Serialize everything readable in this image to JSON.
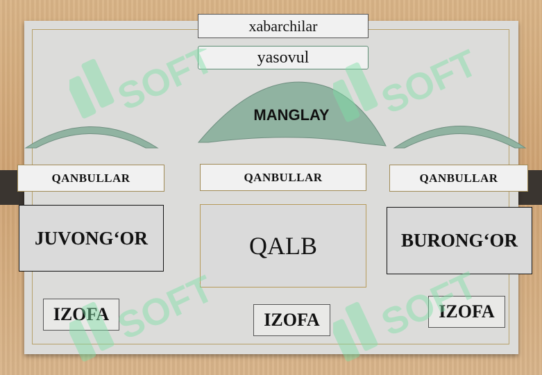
{
  "diagram": {
    "top_label": "xabarchilar",
    "second_label": "yasovul",
    "center_arch_label": "MANGLAY",
    "qanbullar_left": "QANBULLAR",
    "qanbullar_center": "QANBULLAR",
    "qanbullar_right": "QANBULLAR",
    "left_wing": "JUVONG‘OR",
    "center": "QALB",
    "right_wing": "BURONG‘OR",
    "izofa_left": "IZOFA",
    "izofa_center": "IZOFA",
    "izofa_right": "IZOFA"
  },
  "watermark": {
    "text": "SOFT",
    "icon": "soft-logo-icon"
  },
  "colors": {
    "arch_fill": "#90b3a1",
    "board": "#dcdcda",
    "wood": "#cfa373",
    "watermark": "#7ee0a6"
  }
}
